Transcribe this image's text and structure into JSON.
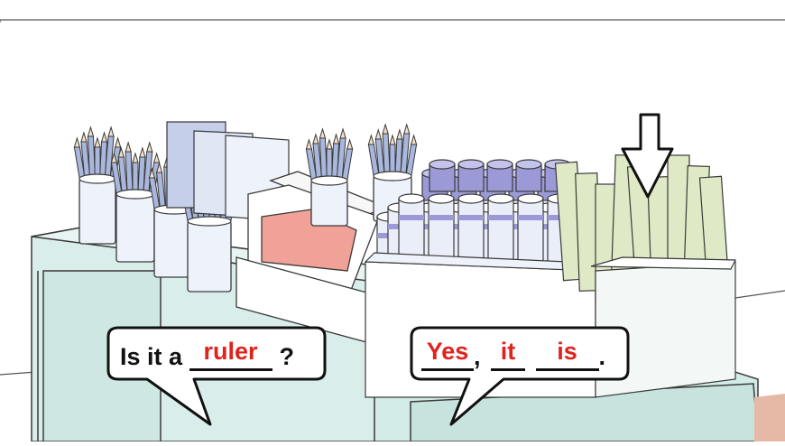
{
  "question": {
    "prefix": "Is it a",
    "answer": "ruler",
    "suffix": "?"
  },
  "reply": {
    "answer1": "Yes",
    "sep1": ",",
    "answer2": "it",
    "answer3": "is",
    "end": "."
  },
  "colors": {
    "answer": "#e0231d",
    "pencil": "#a9b7dd",
    "cup": "#eef3fb",
    "ruler": "#dfe9c6",
    "glue_cap": "#9b9ad6",
    "counter": "#d9eeea",
    "notebook": "#f0a198"
  }
}
